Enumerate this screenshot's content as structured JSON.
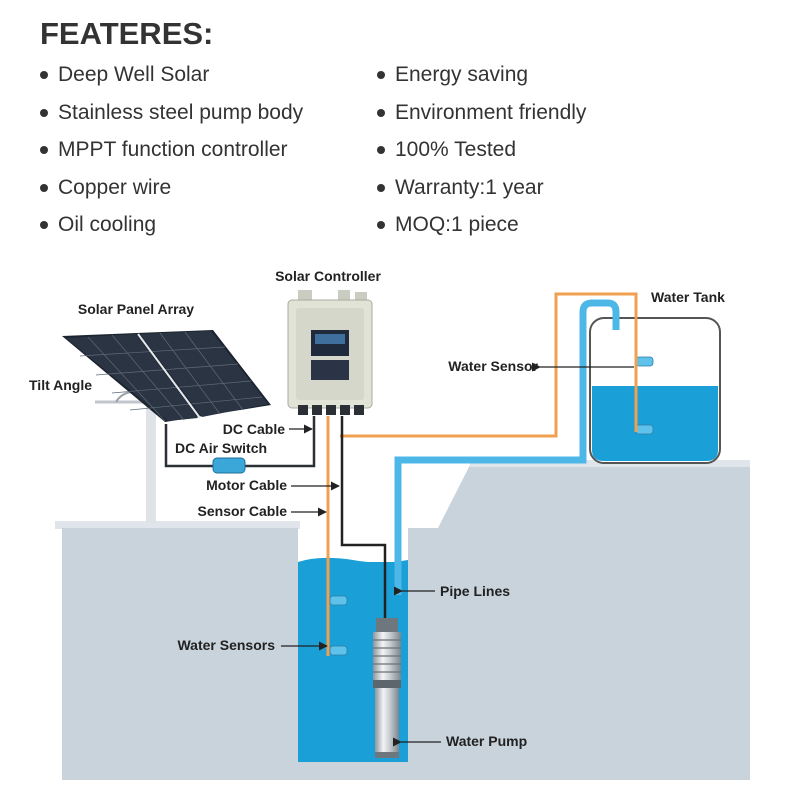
{
  "heading": "FEATERES:",
  "features_left": [
    "Deep Well Solar",
    "Stainless steel pump body",
    "MPPT function controller",
    "Copper wire",
    "Oil cooling"
  ],
  "features_right": [
    "Energy saving",
    "Environment friendly",
    "100% Tested",
    "Warranty:1 year",
    "MOQ:1 piece"
  ],
  "labels": {
    "solar_controller": "Solar Controller",
    "solar_panel_array": "Solar Panel Array",
    "tilt_angle": "Tilt Angle",
    "water_tank": "Water Tank",
    "water_sensor": "Water Sensor",
    "dc_cable": "DC Cable",
    "dc_air_switch": "DC Air Switch",
    "motor_cable": "Motor Cable",
    "sensor_cable": "Sensor Cable",
    "pipe_lines": "Pipe Lines",
    "water_sensors": "Water Sensors",
    "water_pump": "Water Pump"
  },
  "colors": {
    "ground": "#c8d3dc",
    "water": "#1a9fd6",
    "cable_orange": "#f0a050",
    "pipe_blue": "#4db8e8",
    "text": "#333333"
  }
}
